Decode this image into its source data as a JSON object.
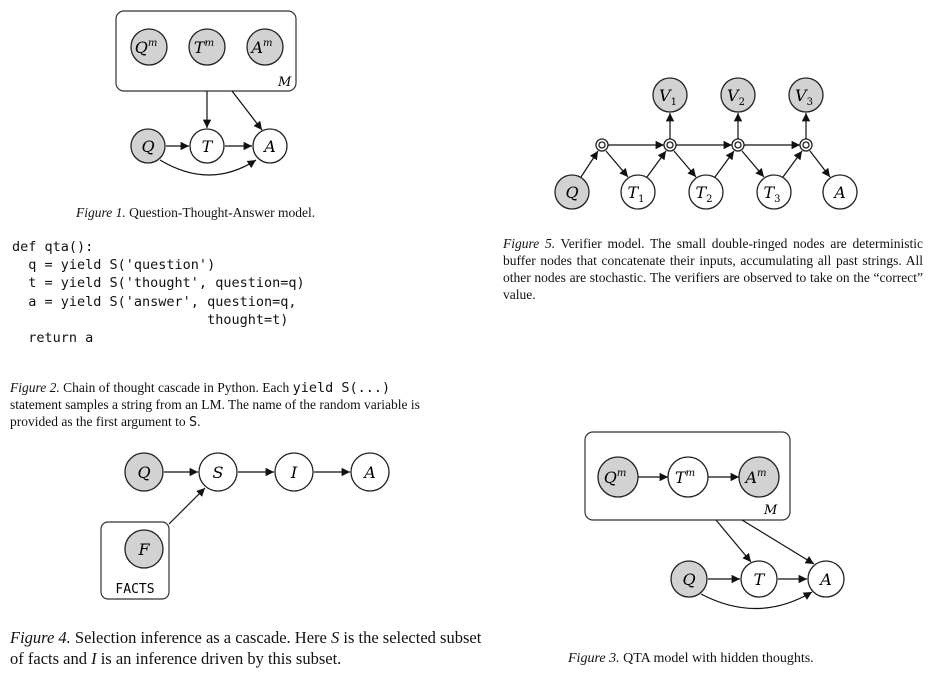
{
  "figure1": {
    "caption_number": "Figure 1.",
    "caption_text": "Question-Thought-Answer model.",
    "nodes": {
      "qm": "Q",
      "tm": "T",
      "am": "A",
      "m_sup": "m",
      "plate": "M",
      "q": "Q",
      "t": "T",
      "a": "A"
    }
  },
  "figure2": {
    "code_lines": [
      "def qta():",
      "  q = yield S('question')",
      "  t = yield S('thought', question=q)",
      "  a = yield S('answer', question=q,",
      "                        thought=t)",
      "  return a"
    ],
    "caption_number": "Figure 2.",
    "caption_part1": "Chain of thought cascade in Python.  Each",
    "caption_code1": "yield S(...)",
    "caption_part2": "statement samples a string from an LM. The name of the random variable is provided as the first argument to",
    "caption_code2": "S",
    "caption_end": "."
  },
  "figure4": {
    "caption_number": "Figure 4.",
    "caption_part1": "Selection inference as a cascade. Here",
    "caption_s": "S",
    "caption_part2": "is the selected subset of facts and",
    "caption_i": "I",
    "caption_part3": "is an inference driven by this subset.",
    "nodes": {
      "q": "Q",
      "s": "S",
      "i": "I",
      "a": "A",
      "f": "F",
      "plate": "FACTS"
    }
  },
  "figure5": {
    "caption_number": "Figure 5.",
    "caption_text": "Verifier model. The small double-ringed nodes are deterministic buffer nodes that concatenate their inputs, accumulating all past strings. All other nodes are stochastic. The verifiers are observed to take on the “correct” value.",
    "nodes": {
      "v": "V",
      "v1": "1",
      "v2": "2",
      "v3": "3",
      "q": "Q",
      "t": "T",
      "t1": "1",
      "t2": "2",
      "t3": "3",
      "a": "A"
    }
  },
  "figure3": {
    "caption_number": "Figure 3.",
    "caption_text": "QTA model with hidden thoughts.",
    "nodes": {
      "qm": "Q",
      "tm": "T",
      "am": "A",
      "m_sup": "m",
      "plate": "M",
      "q": "Q",
      "t": "T",
      "a": "A"
    }
  }
}
